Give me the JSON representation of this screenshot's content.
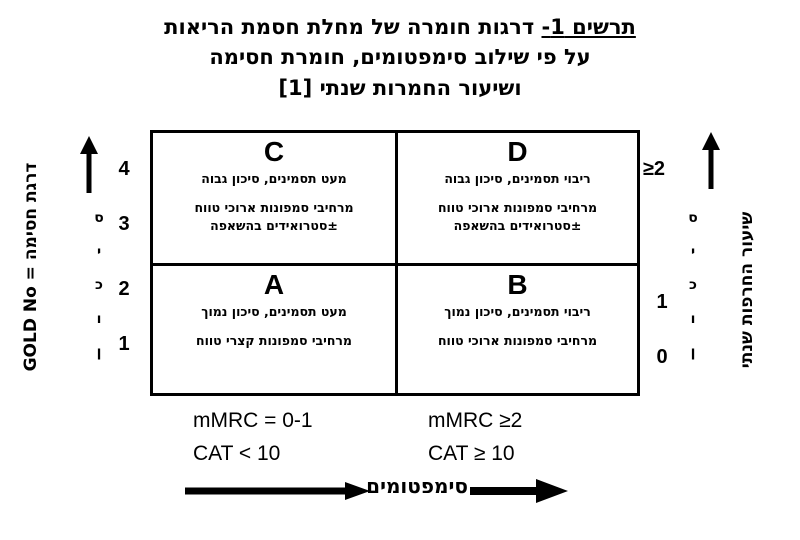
{
  "title": {
    "part_underlined": "תרשים 1-",
    "part_rest": "דרגות חומרה של מחלת חסמת הריאות",
    "line2": "על פי שילוב סימפטומים, חומרת חסימה",
    "line3": "ושיעור החמרות שנתי [1]"
  },
  "left_axis": {
    "label": "GOLD No = דרגת חסימה",
    "risk_word_letters": [
      "ס",
      "י",
      "כ",
      "ו",
      "ן"
    ],
    "ticks": [
      "4",
      "3",
      "2",
      "1"
    ]
  },
  "right_axis": {
    "label": "שיעור החרפות שנתי",
    "risk_word_letters": [
      "ס",
      "י",
      "כ",
      "ו",
      "ן"
    ],
    "ticks": [
      "≥2",
      "1",
      "0"
    ]
  },
  "quadrants": [
    {
      "id": "C",
      "letter": "C",
      "line1": "מעט תסמינים, סיכון גבוה",
      "line2": "מרחיבי סמפונות ארוכי טווח",
      "line3": "±סטרואידים בהשאפה"
    },
    {
      "id": "D",
      "letter": "D",
      "line1": "ריבוי תסמינים, סיכון גבוה",
      "line2": "מרחיבי סמפונות ארוכי טווח",
      "line3": "±סטרואידים בהשאפה"
    },
    {
      "id": "A",
      "letter": "A",
      "line1": "מעט תסמינים, סיכון נמוך",
      "line2": "מרחיבי סמפונות קצרי טווח",
      "line3": ""
    },
    {
      "id": "B",
      "letter": "B",
      "line1": "ריבוי תסמינים, סיכון נמוך",
      "line2": "מרחיבי סמפונות ארוכי טווח",
      "line3": ""
    }
  ],
  "criteria": {
    "left_mmrc": "mMRC = 0-1",
    "left_cat": "CAT < 10",
    "right_mmrc": "mMRC ≥2",
    "right_cat": "CAT ≥ 10"
  },
  "symptoms_axis": {
    "label": "סימפטומים"
  },
  "colors": {
    "ink": "#000000",
    "paper": "#ffffff"
  }
}
